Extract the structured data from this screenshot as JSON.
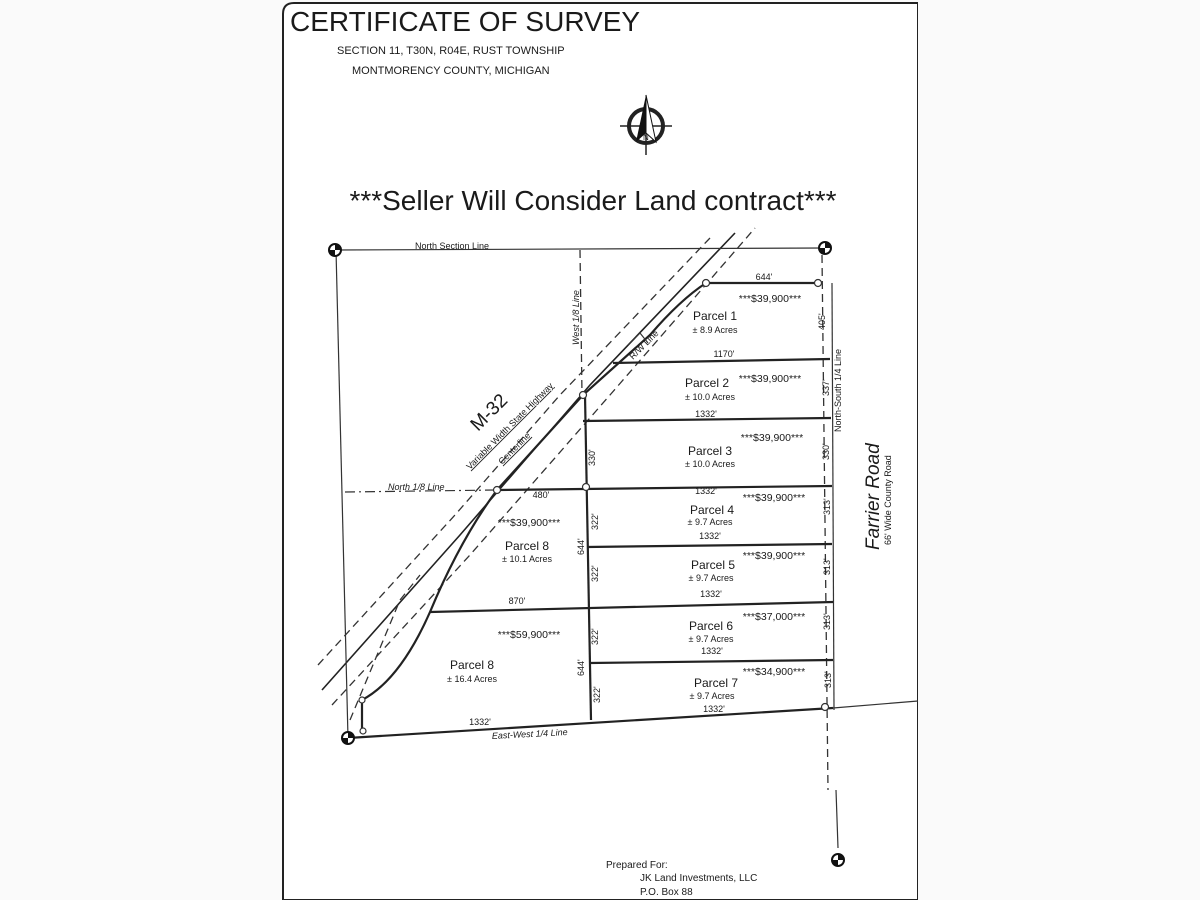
{
  "header": {
    "title": "CERTIFICATE OF SURVEY",
    "subtitle1": "SECTION 11, T30N, R04E, RUST TOWNSHIP",
    "subtitle2": "MONTMORENCY COUNTY, MICHIGAN",
    "north_arrow_letter": "N"
  },
  "notice": "***Seller Will Consider Land contract***",
  "parcels": [
    {
      "name": "Parcel 1",
      "acres": "± 8.9 Acres",
      "price": "***$39,900***"
    },
    {
      "name": "Parcel 2",
      "acres": "± 10.0 Acres",
      "price": "***$39,900***"
    },
    {
      "name": "Parcel 3",
      "acres": "± 10.0 Acres",
      "price": "***$39,900***"
    },
    {
      "name": "Parcel 4",
      "acres": "± 9.7 Acres",
      "price": "***$39,900***"
    },
    {
      "name": "Parcel 5",
      "acres": "± 9.7 Acres",
      "price": "***$39,900***"
    },
    {
      "name": "Parcel 6",
      "acres": "± 9.7 Acres",
      "price": "***$37,000***"
    },
    {
      "name": "Parcel 7",
      "acres": "± 9.7 Acres",
      "price": "***$34,900***"
    },
    {
      "name": "Parcel 8",
      "acres": "± 10.1 Acres",
      "price": "***$39,900***"
    },
    {
      "name": "Parcel 8",
      "acres": "± 16.4 Acres",
      "price": "***$59,900***"
    }
  ],
  "lines": {
    "north_section": "North Section Line",
    "west_eighth": "West 1/8 Line",
    "north_eighth": "North 1/8 Line",
    "ns_quarter": "North-South 1/4 Line",
    "ew_quarter": "East-West 1/4 Line",
    "rw": "R/W Line"
  },
  "highway": {
    "name": "M-32",
    "desc": "Variable Width State Highway",
    "centerline": "Centerline"
  },
  "road": {
    "name": "Farrier Road",
    "desc": "66' Wide County Road"
  },
  "dims": {
    "top644": "644'",
    "d1170": "1170'",
    "d1332a": "1332'",
    "d1332b": "1332'",
    "d1332c": "1332'",
    "d1332d": "1332'",
    "d1332e": "1332'",
    "d1332f": "1332'",
    "d1332g": "1332'",
    "d480": "480'",
    "d870": "870'",
    "r405": "405'",
    "r337": "337'",
    "r330": "330'",
    "r313a": "313'",
    "r313b": "313'",
    "r313c": "313'",
    "r313d": "313'",
    "w330": "330'",
    "w322a": "322'",
    "w644a": "644'",
    "w322b": "322'",
    "w322c": "322'",
    "w644b": "644'",
    "w322d": "322'"
  },
  "prepared": {
    "label": "Prepared For:",
    "name": "JK Land Investments, LLC",
    "address": "P.O. Box 88"
  }
}
